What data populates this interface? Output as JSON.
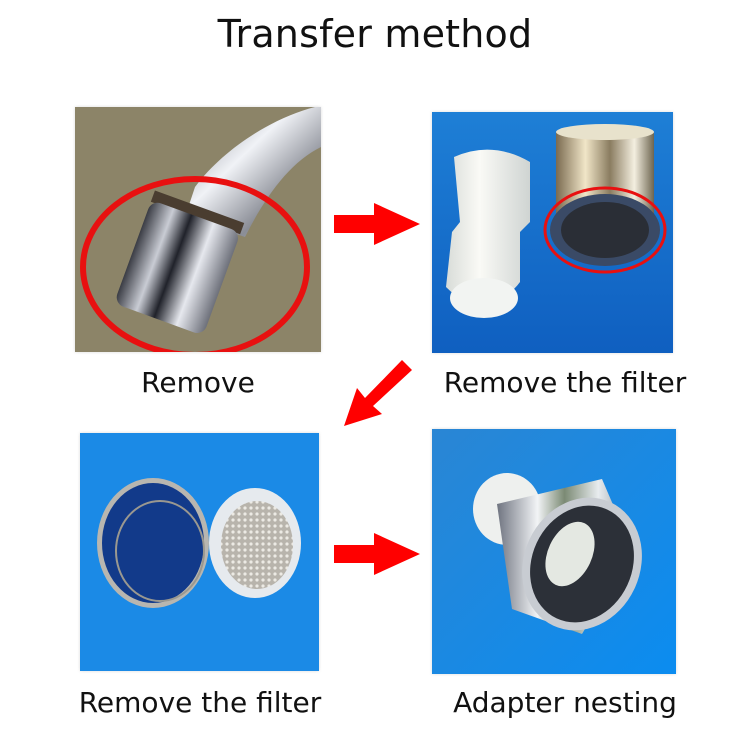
{
  "title": "Transfer method",
  "colors": {
    "arrow": "#ff0000",
    "highlight_ring": "#e81010",
    "beige_background": "#8c8468",
    "blue_background": "#1a86e0"
  },
  "steps": [
    {
      "caption": "Remove",
      "image": "faucet-aerator-highlighted"
    },
    {
      "caption": "Remove the filter",
      "image": "adapter-and-aerator-highlighted"
    },
    {
      "caption": "Remove the filter",
      "image": "aerator-shell-and-mesh-filter"
    },
    {
      "caption": "Adapter nesting",
      "image": "adapter-nested-in-shell"
    }
  ],
  "arrows": [
    {
      "direction": "right",
      "icon": "arrow-right-icon"
    },
    {
      "direction": "down-left",
      "icon": "arrow-down-left-icon"
    },
    {
      "direction": "right",
      "icon": "arrow-right-icon"
    }
  ]
}
